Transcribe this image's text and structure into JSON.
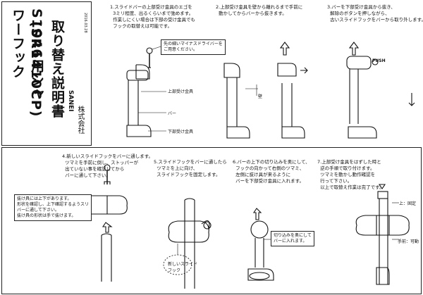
{
  "title": {
    "main": "S1046用シャワーフック",
    "sub": "(SR1410CP)",
    "heading": "取り替え説明書",
    "company": "株式会社",
    "brand": "SANEI",
    "code": "2016.03.28"
  },
  "steps": [
    {
      "text": "1.スライドバーの上部受け金具のエゴを\n  3ミリ程度、出るくらいまで弛めます。\n  作業しにくい場合は下部の受け金具でも\n  フックの取替えは可能です。"
    },
    {
      "text": "2.上部受け金具を壁から離れるまで手前に\n  動かしてからバーから抜きます。"
    },
    {
      "text": "3.バーを下部受け金具から抜き、\n  解除のボタンを押しながら、\n  古いスライドフックをバーから取り外します。"
    },
    {
      "text": "4.新しいスライドフックをバーに通します。\n  ツマミを手前に倒し、ストッパーが\n  出ていない事を確認してから\n  バーに通して下さい。"
    },
    {
      "text": "5.スライドフックをバーに通したら\n  ツマミを上に向け、\n  スライドフックを固定します。"
    },
    {
      "text": "6.バーの上下の切り込みを奥にして、\n  フックの向かって右側のツマミ、\n  左側に抜け具が来るように\n  バーを下部受け金具に入れます。"
    },
    {
      "text": "7.上部受け金具をはずした時と\n  逆の手順で取り付けます。\n  ツマミを動かし動作確認を\n  行って下さい。\n  以上で取替え作業は完了です。"
    }
  ],
  "labels": {
    "screwdriver": "先の細いマイナスドライバーを\nご用意ください。",
    "upper_fitting": "上部受け金具",
    "bar": "バー",
    "lower_fitting": "下部受け金具",
    "wall": "壁",
    "push": "PUSH",
    "stopper_note": "抜け具には上下があります。\n形状を確認し、上下確認するようスリ\nバーに通して下さい。\n抜け具の形状は手で抜けます。",
    "new_hook": "新しいスライド\nフック",
    "slot_note": "切り込みを奥にして\nバーに入れます。",
    "up_fixed": "上：固定",
    "front_movable": "手前：可動"
  }
}
